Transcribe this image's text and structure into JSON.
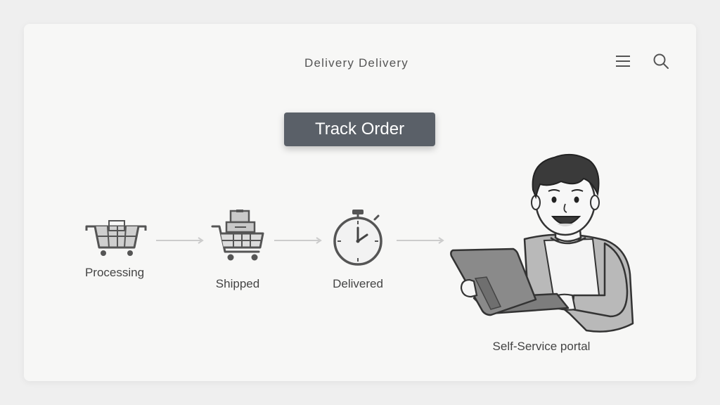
{
  "header": {
    "brand": "Delivery Delivery",
    "menu_icon": "hamburger-menu-icon",
    "search_icon": "search-icon"
  },
  "main": {
    "track_button_label": "Track Order",
    "steps": [
      {
        "label": "Processing",
        "icon": "shopping-basket-icon"
      },
      {
        "label": "Shipped",
        "icon": "shopping-cart-with-boxes-icon"
      },
      {
        "label": "Delivered",
        "icon": "stopwatch-icon"
      }
    ],
    "portal_label": "Self-Service portal"
  },
  "colors": {
    "page_bg": "#efefef",
    "card_bg": "#f7f7f6",
    "button_bg": "#5a6068",
    "icon_stroke": "#555555",
    "arrow": "#cccccc"
  }
}
